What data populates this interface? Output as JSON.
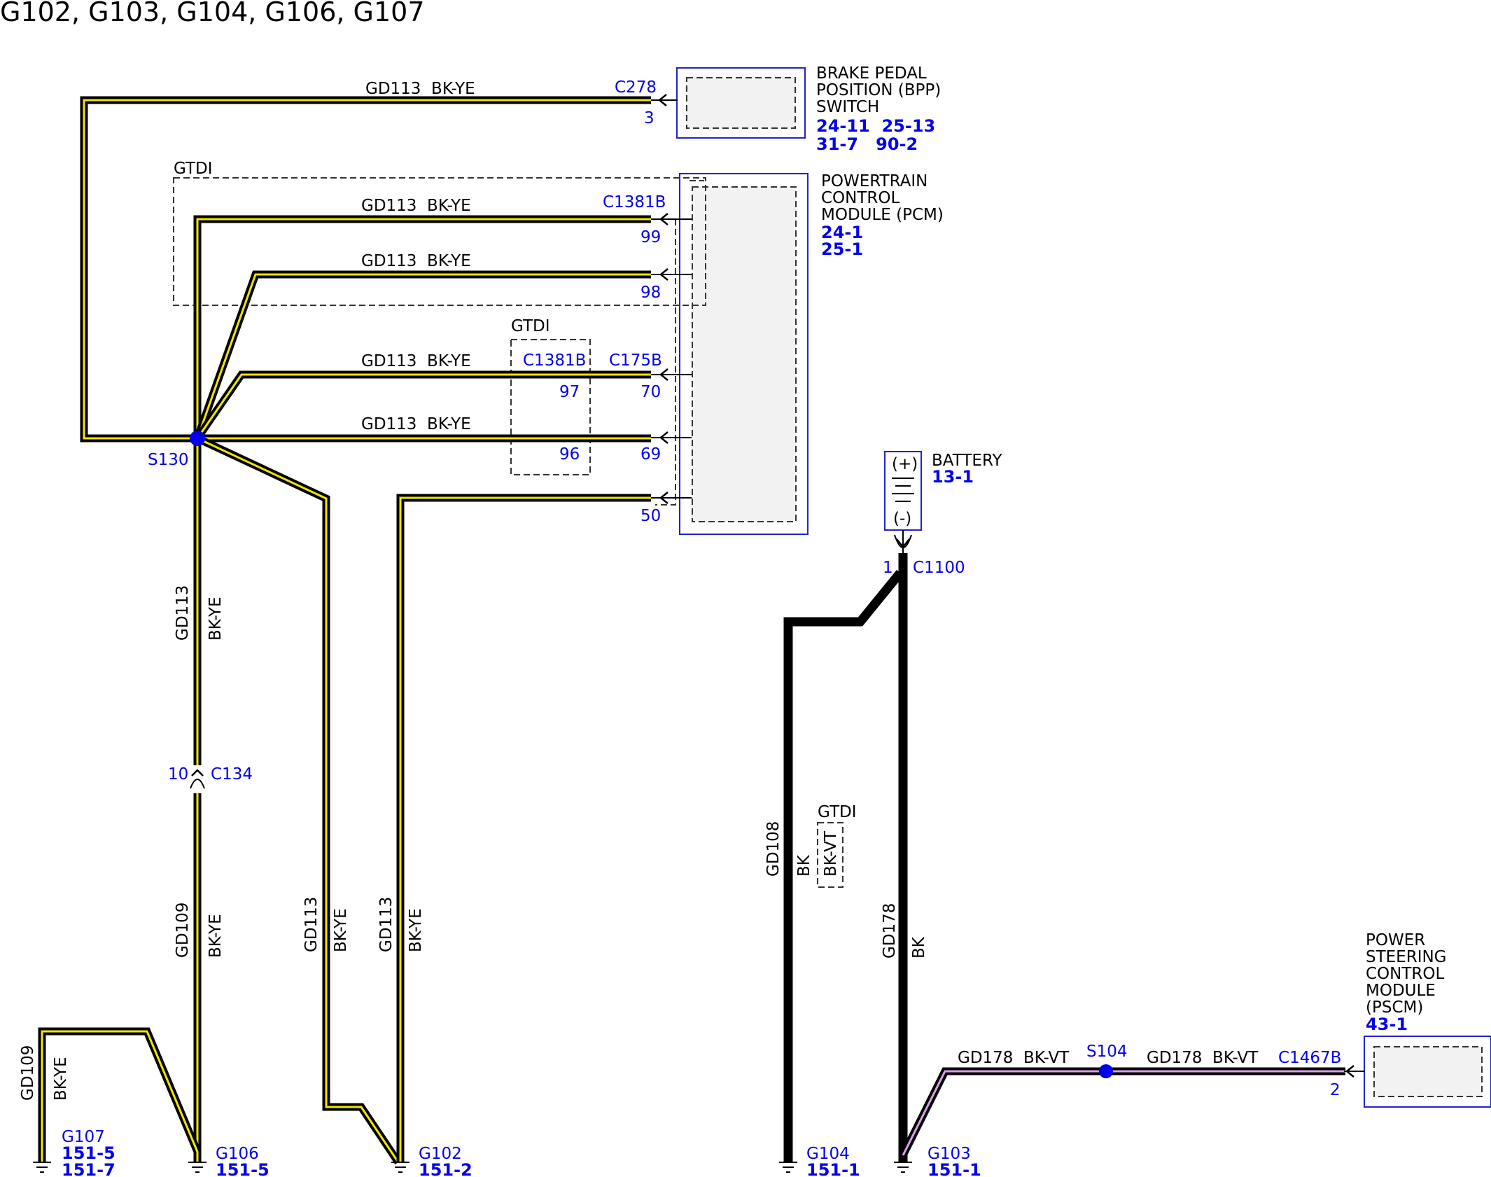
{
  "title": "G102, G103, G104, G106, G107",
  "colors": {
    "bk_ye_stripe": "#f1e600",
    "bk_vt_stripe": "#d8a0e6",
    "wire": "#000000",
    "blue_text": "#0000ee",
    "box_border": "#2222cc"
  },
  "components": {
    "bpp": {
      "name_lines": [
        "BRAKE PEDAL",
        "POSITION (BPP)",
        "SWITCH"
      ],
      "refs": [
        "24-11  25-13",
        "31-7   90-2"
      ]
    },
    "pcm": {
      "name_lines": [
        "POWERTRAIN",
        "CONTROL",
        "MODULE (PCM)"
      ],
      "refs": [
        "24-1",
        "25-1"
      ]
    },
    "battery": {
      "name": "BATTERY",
      "ref": "13-1",
      "plus": "(+)",
      "minus": "(-)"
    },
    "pscm": {
      "name_lines": [
        "POWER",
        "STEERING",
        "CONTROL",
        "MODULE",
        "(PSCM)"
      ],
      "ref": "43-1"
    }
  },
  "wire_labels": {
    "w_bpp": "GD113  BK-YE",
    "w_99": "GD113  BK-YE",
    "w_98": "GD113  BK-YE",
    "w_70": "GD113  BK-YE",
    "w_69": "GD113  BK-YE",
    "v_upper_circuit": "GD113",
    "v_upper_color": "BK-YE",
    "v_lower_circuit": "GD109",
    "v_lower_color": "BK-YE",
    "v_g107_circuit": "GD109",
    "v_g107_color": "BK-YE",
    "v_mid_circuit": "GD113",
    "v_mid_color": "BK-YE",
    "v_g102_circuit": "GD113",
    "v_g102_color": "BK-YE",
    "v_g104_circuit": "GD108",
    "v_g104_color": "BK",
    "v_g104_alt": "BK-VT",
    "v_g103_circuit": "GD178",
    "v_g103_color": "BK",
    "w_pscm_left": "GD178  BK-VT",
    "w_pscm_right": "GD178  BK-VT"
  },
  "options": {
    "gtdi_pcm": "GTDI",
    "gtdi_c1381b": "GTDI",
    "gtdi_gd108": "GTDI"
  },
  "connectors": {
    "c278": "C278",
    "c278_pin": "3",
    "c1381b": "C1381B",
    "pin_99": "99",
    "pin_98": "98",
    "c1381b_alt": "C1381B",
    "pin_97": "97",
    "pin_96": "96",
    "c175b": "C175B",
    "pin_70": "70",
    "pin_69": "69",
    "pin_50": "50",
    "c134": "C134",
    "c134_pin": "10",
    "c1100": "C1100",
    "c1100_pin": "1",
    "c1467b": "C1467B",
    "c1467b_pin": "2"
  },
  "splices": {
    "s130": "S130",
    "s104": "S104"
  },
  "grounds": {
    "g107": {
      "name": "G107",
      "refs": [
        "151-5",
        "151-7"
      ]
    },
    "g106": {
      "name": "G106",
      "refs": [
        "151-5"
      ]
    },
    "g102": {
      "name": "G102",
      "refs": [
        "151-2"
      ]
    },
    "g104": {
      "name": "G104",
      "refs": [
        "151-1"
      ]
    },
    "g103": {
      "name": "G103",
      "refs": [
        "151-1"
      ]
    }
  }
}
